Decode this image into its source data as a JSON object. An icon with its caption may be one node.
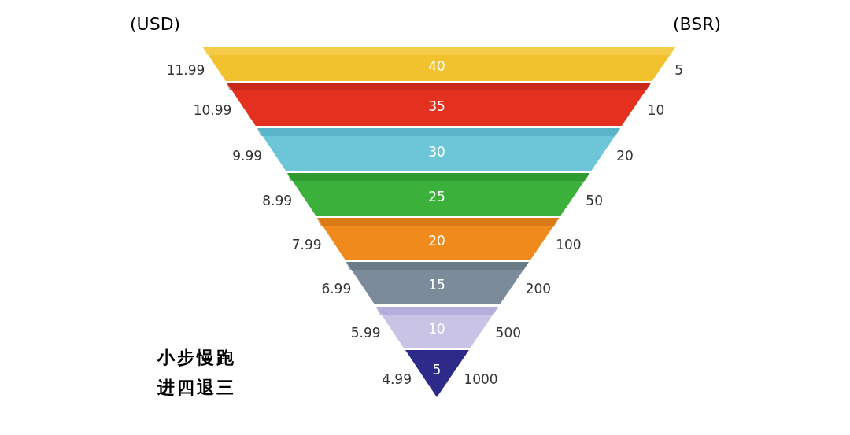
{
  "diagram": {
    "nodes": [
      {
        "text": [
          "40"
        ],
        "beside": [
          "11.99",
          "5"
        ]
      },
      {
        "text": [
          "35"
        ],
        "beside": [
          "10.99",
          "10"
        ]
      },
      {
        "text": [
          "30"
        ],
        "beside": [
          "9.99",
          "20"
        ]
      },
      {
        "text": [
          "25"
        ],
        "beside": [
          "8.99",
          "50"
        ]
      },
      {
        "text": [
          "20"
        ],
        "beside": [
          "7.99",
          "100"
        ]
      },
      {
        "text": [
          "15"
        ],
        "beside": [
          "6.99",
          "200"
        ]
      },
      {
        "text": [
          "10"
        ],
        "beside": [
          "5.99",
          "500"
        ]
      },
      {
        "text": [
          "5"
        ],
        "beside": [
          "4.99",
          "1000"
        ]
      }
    ],
    "labels": [
      "(USD)",
      "(BSR)",
      "小步慢跑",
      "进四退三"
    ]
  }
}
